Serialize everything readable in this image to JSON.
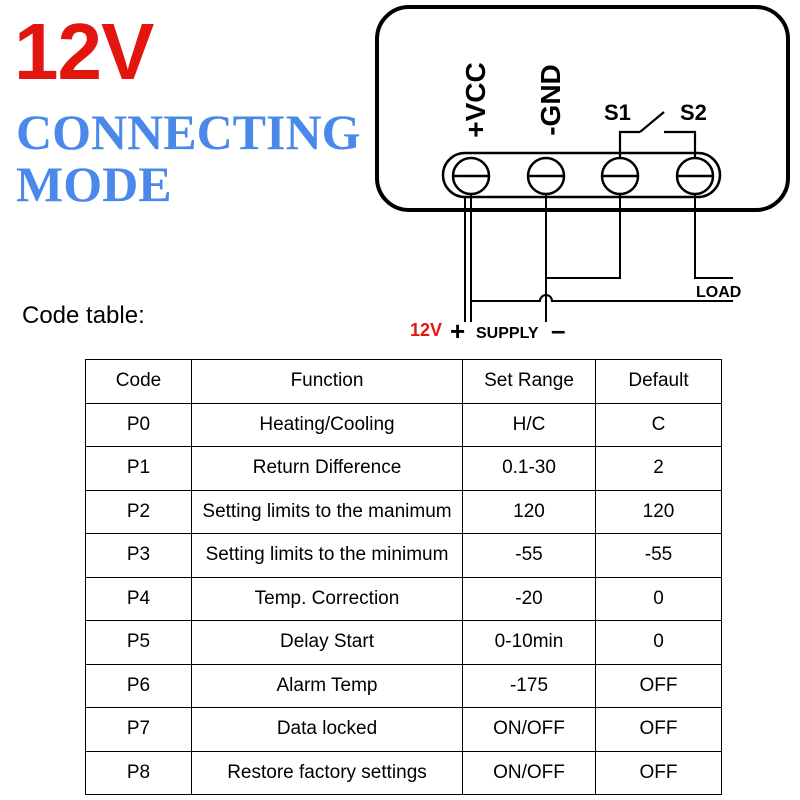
{
  "header": {
    "voltage": "12V",
    "mode_line1": "CONNECTING",
    "mode_line2": "MODE"
  },
  "diagram": {
    "terminals": [
      "+VCC",
      "-GND",
      "S1",
      "S2"
    ],
    "load_label": "LOAD",
    "supply_voltage": "12V",
    "supply_plus": "+",
    "supply_label": "SUPPLY",
    "supply_minus": "–"
  },
  "code_table": {
    "label": "Code table:",
    "headers": [
      "Code",
      "Function",
      "Set Range",
      "Default"
    ],
    "rows": [
      [
        "P0",
        "Heating/Cooling",
        "H/C",
        "C"
      ],
      [
        "P1",
        "Return Difference",
        "0.1-30",
        "2"
      ],
      [
        "P2",
        "Setting limits to the manimum",
        "120",
        "120"
      ],
      [
        "P3",
        "Setting limits to the minimum",
        "-55",
        "-55"
      ],
      [
        "P4",
        "Temp. Correction",
        "-20",
        "0"
      ],
      [
        "P5",
        "Delay Start",
        "0-10min",
        "0"
      ],
      [
        "P6",
        "Alarm Temp",
        "-175",
        "OFF"
      ],
      [
        "P7",
        "Data locked",
        "ON/OFF",
        "OFF"
      ],
      [
        "P8",
        "Restore factory settings",
        "ON/OFF",
        "OFF"
      ]
    ]
  }
}
